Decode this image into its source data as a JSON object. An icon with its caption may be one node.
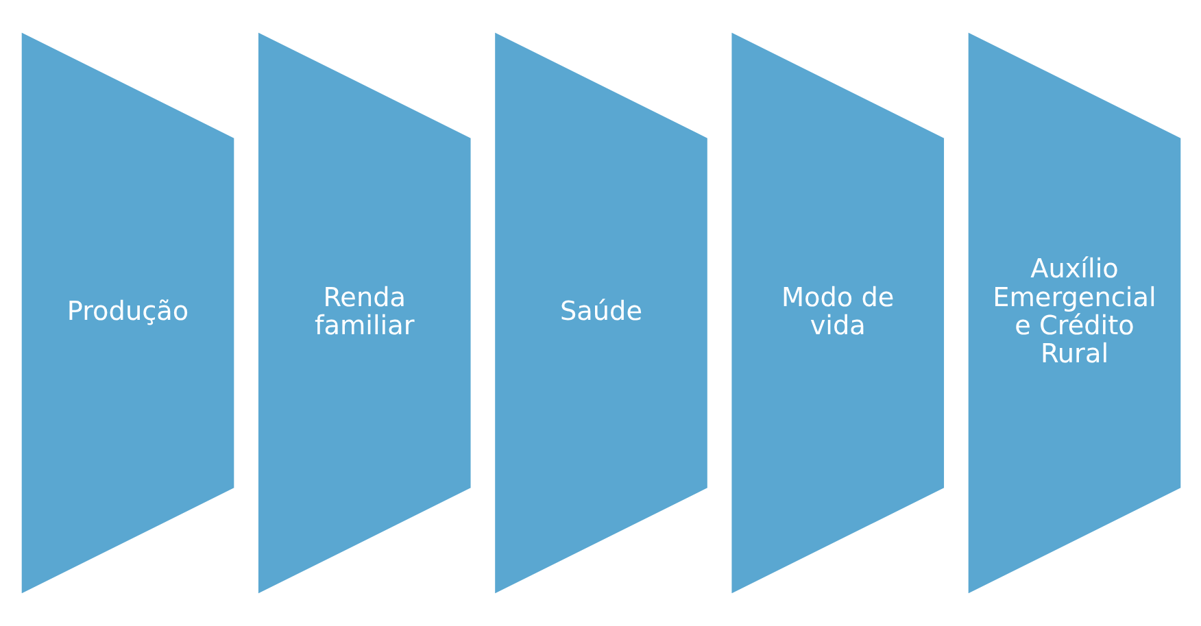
{
  "diagram": {
    "nodes": [
      {
        "text": [
          "Produção"
        ]
      },
      {
        "text": [
          "Renda familiar"
        ]
      },
      {
        "text": [
          "Saúde"
        ]
      },
      {
        "text": [
          "Modo de vida"
        ]
      },
      {
        "text": [
          "Auxílio Emergencial e Crédito Rural"
        ]
      }
    ]
  }
}
